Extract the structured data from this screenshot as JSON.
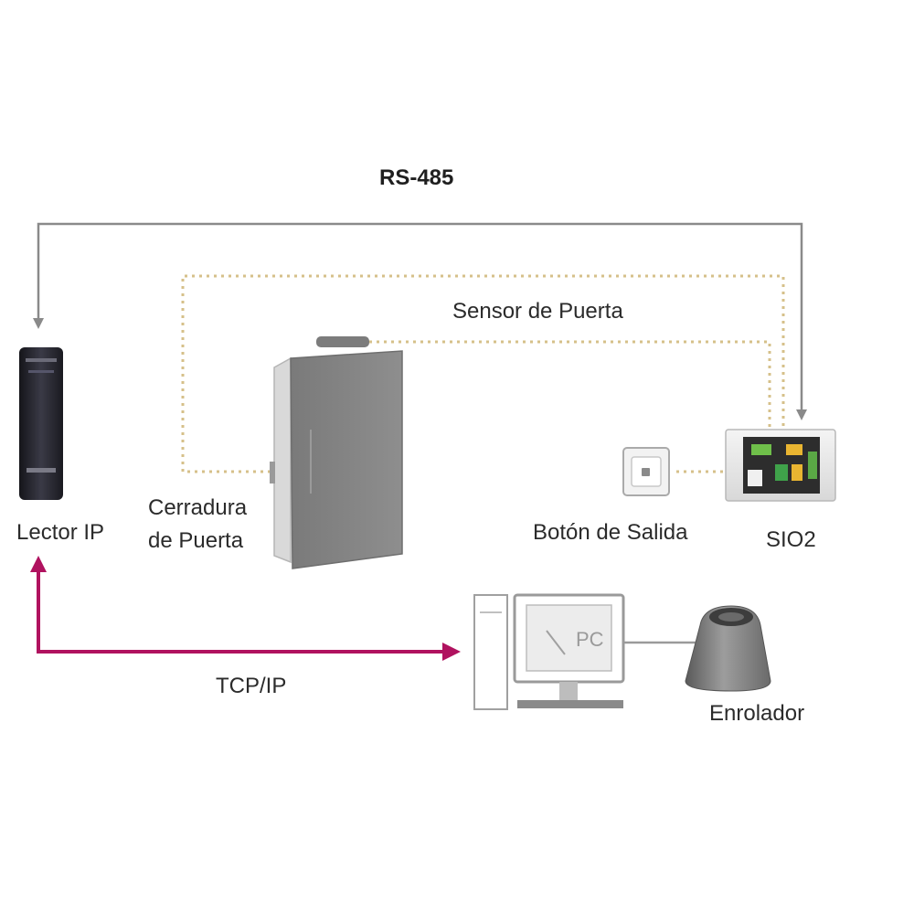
{
  "diagram": {
    "title": "RS-485",
    "labels": {
      "sensor": "Sensor de Puerta",
      "reader": "Lector IP",
      "lock_line1": "Cerradura",
      "lock_line2": "de Puerta",
      "exit_button": "Botón de Salida",
      "sio2": "SIO2",
      "tcpip": "TCP/IP",
      "enroller": "Enrolador",
      "pc_screen": "PC"
    },
    "colors": {
      "rs485_line": "#8a8a8a",
      "dotted_line": "#d6c08a",
      "tcpip_line": "#b0125f",
      "device_dark": "#2a2a30",
      "door": "#858585",
      "text": "#2b2b2b"
    },
    "icons": [
      "reader-icon",
      "door-icon",
      "door-sensor-icon",
      "exit-button-icon",
      "sio2-module-icon",
      "pc-icon",
      "enroller-icon"
    ]
  }
}
